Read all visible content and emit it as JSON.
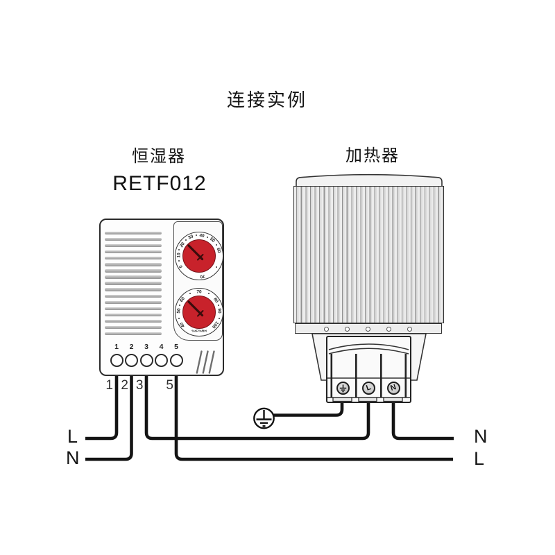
{
  "title": "连接实例",
  "hygrostat": {
    "name_label": "恒湿器",
    "model_label": "RETF012",
    "terminals": [
      "1",
      "2",
      "3",
      "4",
      "5"
    ],
    "wire_labels": [
      "1",
      "2",
      "3",
      "5"
    ],
    "temperature_dial": {
      "scale": [
        "0",
        "10",
        "20",
        "30",
        "40",
        "50",
        "60",
        "70"
      ]
    },
    "humidity_dial": {
      "scale": [
        "40",
        "50",
        "60",
        "70",
        "80",
        "90",
        "100"
      ],
      "unit_label": "%rF/%RH"
    }
  },
  "heater": {
    "name_label": "加热器",
    "terminals": [
      {
        "symbol": "earth-icon",
        "label": ""
      },
      {
        "symbol": "circle-L",
        "label": "L"
      },
      {
        "symbol": "circle-N",
        "label": "N"
      }
    ]
  },
  "supply": {
    "left": {
      "line1": "L",
      "line2": "N"
    },
    "right": {
      "line1": "N",
      "line2": "L"
    }
  },
  "connections": [
    {
      "from": "supply-left-L",
      "to": "hygrostat-terminal-1"
    },
    {
      "from": "supply-left-N",
      "to": "hygrostat-terminal-2"
    },
    {
      "from": "hygrostat-terminal-3",
      "to": "heater-terminal-L"
    },
    {
      "from": "hygrostat-terminal-5",
      "to": "supply-right-L"
    },
    {
      "from": "heater-terminal-N",
      "to": "supply-right-N"
    },
    {
      "from": "heater-terminal-earth",
      "to": "pe-ground-symbol"
    }
  ],
  "colors": {
    "wire": "#141414",
    "knob_red": "#c8222b",
    "outline": "#2b2b2b"
  }
}
